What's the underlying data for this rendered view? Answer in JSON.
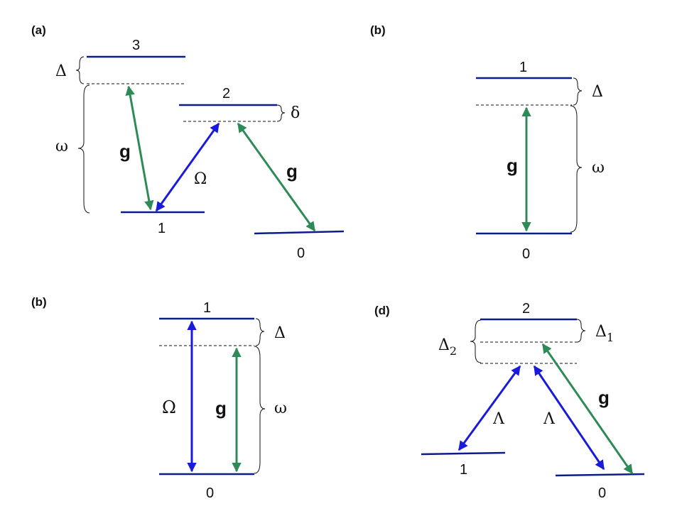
{
  "panel_a": {
    "tag": "(a)",
    "level_3": "3",
    "level_2": "2",
    "level_1": "1",
    "level_0": "0",
    "delta_upper": "Δ",
    "omega": "ω",
    "delta_small": "δ",
    "g_left": "g",
    "Omega": "Ω",
    "g_right": "g"
  },
  "panel_b_top": {
    "tag": "(b)",
    "level_1": "1",
    "level_0": "0",
    "delta": "Δ",
    "omega": "ω",
    "g": "g"
  },
  "panel_b_bottom": {
    "tag": "(b)",
    "level_1": "1",
    "level_0": "0",
    "delta": "Δ",
    "omega": "ω",
    "Omega": "Ω",
    "g": "g"
  },
  "panel_d": {
    "tag": "(d)",
    "level_2": "2",
    "level_1": "1",
    "level_0": "0",
    "delta_2_main": "Δ",
    "delta_2_sub": "2",
    "delta_1_main": "Δ",
    "delta_1_sub": "1",
    "lambda_left": "Λ",
    "lambda_right": "Λ",
    "g": "g"
  },
  "colors": {
    "level": "#0b1d8a",
    "blue_arrow": "#1a1adc",
    "green_arrow": "#2e8b57"
  }
}
